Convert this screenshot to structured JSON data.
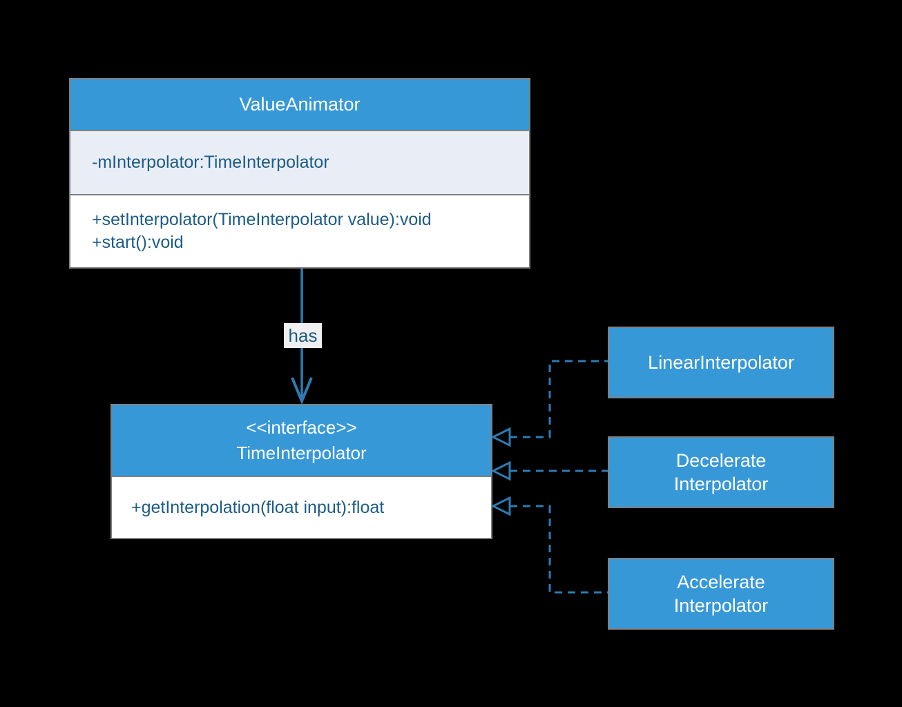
{
  "colors": {
    "canvas-bg": "#000000",
    "node-blue": "#3798d8",
    "node-border": "#808080",
    "attr-bg": "#e9edf5",
    "method-bg": "#ffffff",
    "text-dark": "#1d5c85",
    "text-light": "#ffffff",
    "connector": "#2c7cb4",
    "label-bg": "#f0f0f0"
  },
  "nodes": {
    "value_animator": {
      "title": "ValueAnimator",
      "attributes": [
        "-mInterpolator:TimeInterpolator"
      ],
      "methods": [
        "+setInterpolator(TimeInterpolator value):void",
        "+start():void"
      ]
    },
    "time_interpolator": {
      "stereotype": "<<interface>>",
      "title": "TimeInterpolator",
      "methods": [
        "+getInterpolation(float input):float"
      ]
    },
    "implementations": [
      {
        "lines": [
          "LinearInterpolator"
        ]
      },
      {
        "lines": [
          "Decelerate",
          "Interpolator"
        ]
      },
      {
        "lines": [
          "Accelerate",
          "Interpolator"
        ]
      }
    ]
  },
  "edges": {
    "association_label": "has"
  }
}
